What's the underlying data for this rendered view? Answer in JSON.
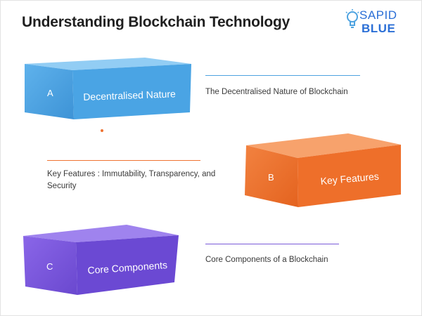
{
  "title": "Understanding Blockchain Technology",
  "logo": {
    "line1": "SAPID",
    "line2": "BLUE",
    "color": "#2b6fd6"
  },
  "steps": [
    {
      "letter": "A",
      "label": "Decentralised Nature",
      "description": "The Decentralised Nature of Blockchain",
      "color": "#4ea3e0"
    },
    {
      "letter": "B",
      "label": "Key Features",
      "description": "Key Features : Immutability, Transparency, and Security",
      "color": "#ef7332"
    },
    {
      "letter": "C",
      "label": "Core Components",
      "description": "Core Components of a Blockchain",
      "color": "#7a5ad8"
    }
  ]
}
